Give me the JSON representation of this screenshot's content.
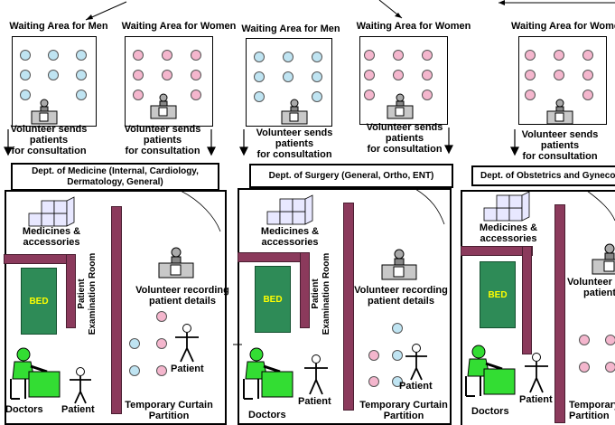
{
  "waiting_men": "Waiting Area for Men",
  "waiting_women": "Waiting Area for Women",
  "waiting_women_clipped": "Waiting Area for Wome",
  "volunteer_sends": [
    "Volunteer sends",
    "patients",
    "for consultation"
  ],
  "dept_medicine": "Dept. of Medicine (Internal, Cardiology, Dermatology, General)",
  "dept_surgery": "Dept. of Surgery (General, Ortho, ENT)",
  "dept_obstetrics": "Dept. of Obstetrics and Gyneco",
  "medicines": [
    "Medicines &",
    "accessories"
  ],
  "bed": "BED",
  "exam_room": [
    "Patient",
    "Examination Room"
  ],
  "volunteer_recording": [
    "Volunteer recording",
    "patient details"
  ],
  "volunteer_recording_clipped": [
    "Volunteer",
    "patient"
  ],
  "patient": "Patient",
  "doctors": "Doctors",
  "curtain": [
    "Temporary Curtain",
    "Partition"
  ],
  "curtain_clipped": [
    "Temporary",
    "Partition"
  ],
  "colors": {
    "men": "#bfe4f2",
    "women": "#f4b6cd",
    "partition": "#8b3a5c",
    "bed": "#2e8b57",
    "doctor": "#33dd33"
  }
}
